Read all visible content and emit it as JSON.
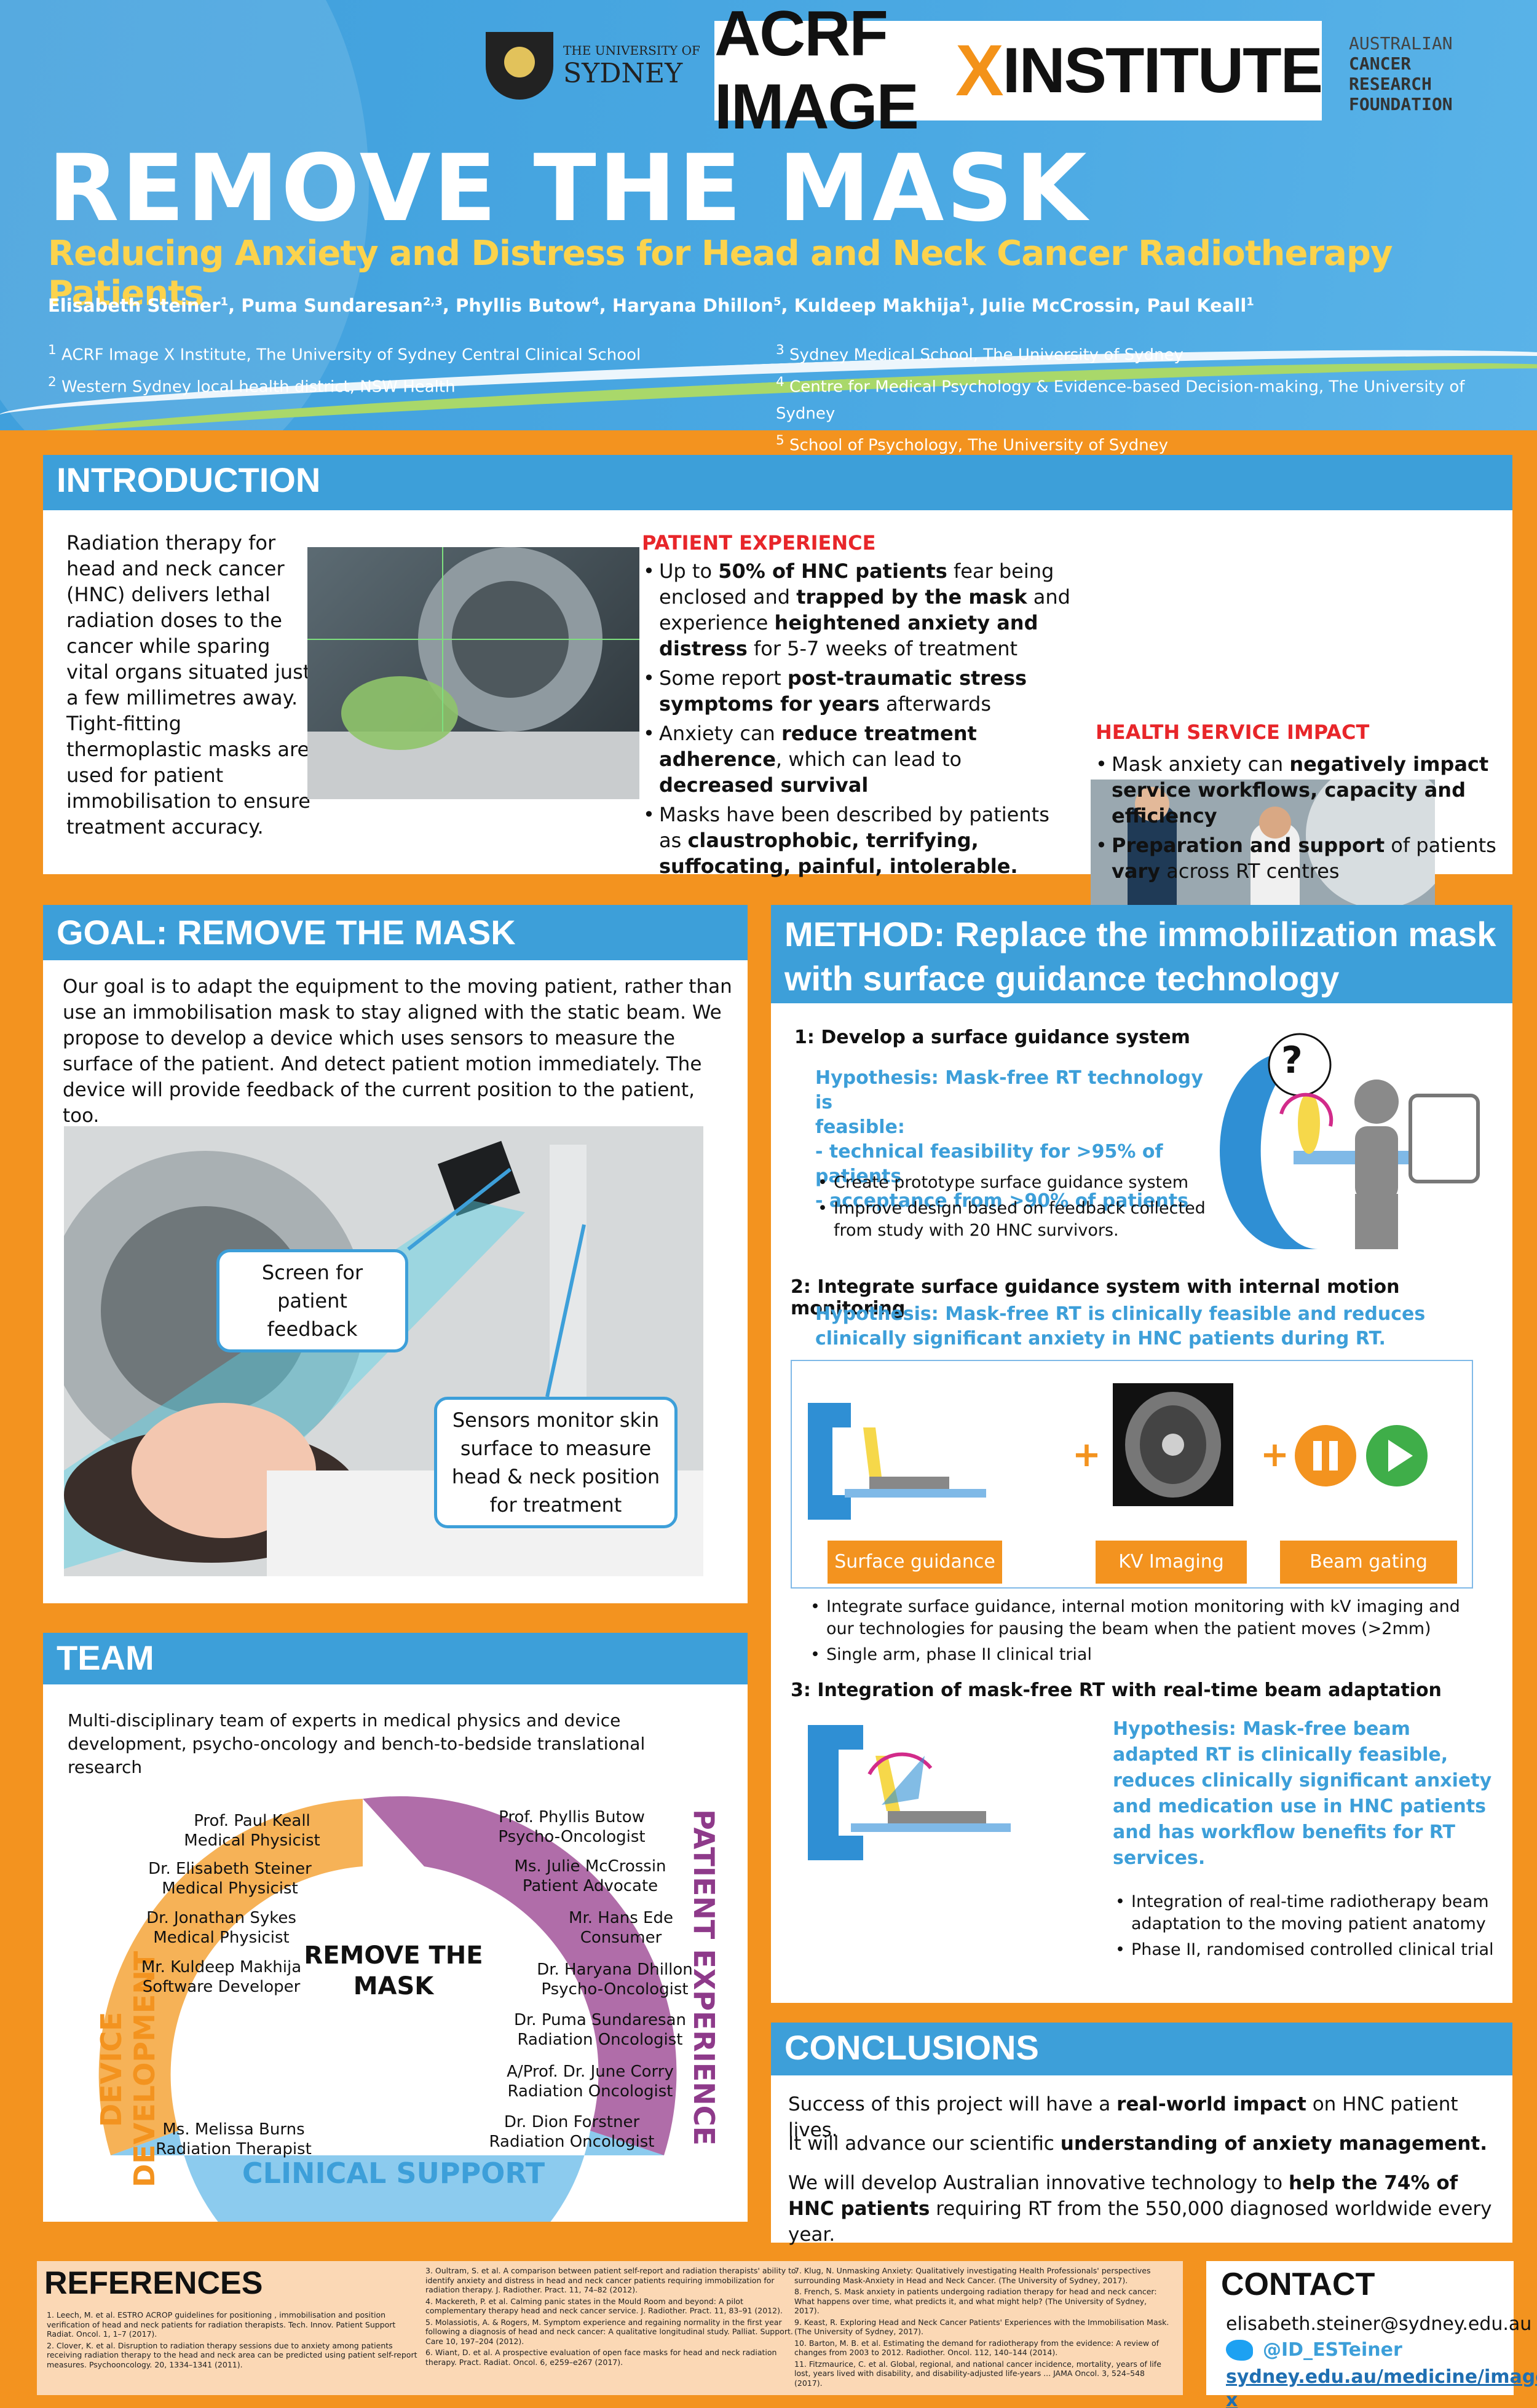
{
  "header": {
    "title": "REMOVE THE MASK",
    "subtitle": "Reducing Anxiety and Distress for Head and Neck Cancer Radiotherapy Patients",
    "authors": [
      {
        "name": "Elisabeth Steiner",
        "sup": "1"
      },
      {
        "name": "Puma Sundaresan",
        "sup": "2,3"
      },
      {
        "name": "Phyllis Butow",
        "sup": "4"
      },
      {
        "name": "Haryana Dhillon",
        "sup": "5"
      },
      {
        "name": "Kuldeep Makhija",
        "sup": "1"
      },
      {
        "name": "Julie McCrossin",
        "sup": ""
      },
      {
        "name": "Paul Keall",
        "sup": "1"
      }
    ],
    "affiliations_left": [
      {
        "sup": "1",
        "text": "ACRF Image X Institute, The University of Sydney Central Clinical School"
      },
      {
        "sup": "2",
        "text": "Western Sydney local health district, NSW Health"
      }
    ],
    "affiliations_right": [
      {
        "sup": "3",
        "text": "Sydney Medical School, The University of Sydney"
      },
      {
        "sup": "4",
        "text": "Centre for Medical Psychology & Evidence-based Decision-making, The University of Sydney"
      },
      {
        "sup": "5",
        "text": "School of Psychology, The University of Sydney"
      }
    ],
    "usyd_line1": "THE UNIVERSITY OF",
    "usyd_line2": "SYDNEY",
    "logo_left": "ACRF IMAGE",
    "logo_x": "X",
    "logo_right": "INSTITUTE",
    "acrf_lines": [
      "AUSTRALIAN",
      "CANCER",
      "RESEARCH",
      "FOUNDATION"
    ]
  },
  "intro": {
    "heading": "INTRODUCTION",
    "text": "Radiation therapy for head and neck cancer (HNC) delivers lethal radiation doses to the cancer while sparing vital organs situated just a few millimetres away. Tight-fitting thermoplastic masks are used for patient immobilisation to ensure treatment accuracy.",
    "patient_heading": "PATIENT EXPERIENCE",
    "patient_bullets": [
      [
        [
          "Up to ",
          false
        ],
        [
          "50% of HNC patients",
          true
        ],
        [
          " fear being enclosed and ",
          false
        ],
        [
          "trapped by the mask",
          true
        ],
        [
          " and experience ",
          false
        ],
        [
          "heightened anxiety and distress",
          true
        ],
        [
          " for 5-7 weeks of treatment",
          false
        ]
      ],
      [
        [
          "Some report ",
          false
        ],
        [
          "post-traumatic stress symptoms for years",
          true
        ],
        [
          " afterwards",
          false
        ]
      ],
      [
        [
          "Anxiety can ",
          false
        ],
        [
          "reduce treatment adherence",
          true
        ],
        [
          ", which can lead to ",
          false
        ],
        [
          "decreased survival",
          true
        ]
      ],
      [
        [
          "Masks have been described by patients as ",
          false
        ],
        [
          "claustrophobic, terrifying, suffocating, painful, intolerable.",
          true
        ]
      ]
    ],
    "health_heading": "HEALTH SERVICE IMPACT",
    "health_bullets": [
      [
        [
          "Mask anxiety can ",
          false
        ],
        [
          "negatively impact service workflows, capacity and efficiency",
          true
        ]
      ],
      [
        [
          "Preparation and support",
          true
        ],
        [
          " of patients ",
          false
        ],
        [
          "vary",
          true
        ],
        [
          " across RT centres",
          false
        ]
      ]
    ]
  },
  "goal": {
    "heading": "GOAL: REMOVE THE MASK",
    "text": "Our goal is to adapt the equipment to the moving patient, rather than use an immobilisation mask to stay aligned with the static beam. We propose to develop a device which uses sensors to measure the surface of the patient. And detect patient motion immediately. The device will provide feedback of the current position to the patient, too.",
    "callout1": "Screen for patient feedback",
    "callout2": "Sensors monitor skin surface to measure head & neck position for treatment"
  },
  "team": {
    "heading": "TEAM",
    "text": "Multi-disciplinary team of experts in medical physics and device development, psycho-oncology and bench-to-bedside translational research",
    "center": "REMOVE THE MASK",
    "label_left": "DEVICE DEVELOPMENT",
    "label_right": "PATIENT EXPERIENCE",
    "label_bottom": "CLINICAL SUPPORT",
    "left_members": [
      [
        "Prof. Paul Keall",
        "Medical Physicist"
      ],
      [
        "Dr. Elisabeth Steiner",
        "Medical Physicist"
      ],
      [
        "Dr. Jonathan Sykes",
        "Medical Physicist"
      ],
      [
        "Mr. Kuldeep Makhija",
        "Software Developer"
      ]
    ],
    "right_members": [
      [
        "Prof. Phyllis Butow",
        "Psycho-Oncologist"
      ],
      [
        "Ms. Julie McCrossin",
        "Patient Advocate"
      ],
      [
        "Mr. Hans Ede",
        "Consumer"
      ],
      [
        "Dr. Haryana Dhillon",
        "Psycho-Oncologist"
      ],
      [
        "Dr. Puma Sundaresan",
        "Radiation Oncologist"
      ],
      [
        "A/Prof. Dr. June Corry",
        "Radiation Oncologist"
      ],
      [
        "Dr. Dion Forstner",
        "Radiation Oncologist"
      ]
    ],
    "bottom_member": [
      "Ms. Melissa Burns",
      "Radiation Therapist"
    ]
  },
  "method": {
    "heading_l1": "METHOD: Replace the immobilization mask",
    "heading_l2": "with surface guidance technology",
    "s1_title": "1: Develop a surface guidance system",
    "s1_hyp": [
      "Hypothesis: Mask-free RT technology is",
      "feasible:",
      "- technical feasibility for >95% of patients",
      "- acceptance from >90% of patients"
    ],
    "s1_bullets": [
      "Create prototype surface guidance system",
      "Improve design based on feedback collected from study with 20 HNC survivors."
    ],
    "s2_title": "2: Integrate surface guidance system with internal motion monitoring",
    "s2_hyp": "Hypothesis: Mask-free RT is clinically feasible and reduces clinically significant anxiety in HNC patients during RT.",
    "btn1": "Surface guidance",
    "btn2": "KV Imaging",
    "btn3": "Beam gating",
    "plus": "+",
    "question": "?",
    "s2_bullets": [
      "Integrate surface guidance, internal motion monitoring with kV imaging and our technologies for pausing the beam when the patient moves (>2mm)",
      "Single arm, phase II clinical trial"
    ],
    "s3_title": "3: Integration of mask-free RT with real-time beam adaptation",
    "s3_hyp": "Hypothesis: Mask-free beam adapted RT is clinically feasible, reduces clinically significant anxiety and medication use in HNC patients and has workflow benefits for RT services.",
    "s3_bullets": [
      "Integration of real-time radiotherapy beam adaptation to the moving patient anatomy",
      "Phase II, randomised controlled clinical trial"
    ]
  },
  "conclusions": {
    "heading": "CONCLUSIONS",
    "p1": [
      [
        "Success of this project will have a ",
        false
      ],
      [
        "real-world impact",
        true
      ],
      [
        " on HNC patient lives.",
        false
      ]
    ],
    "p2": [
      [
        "It will advance our scientific ",
        false
      ],
      [
        "understanding of anxiety management.",
        true
      ]
    ],
    "p3": [
      [
        "We will develop Australian innovative technology to ",
        false
      ],
      [
        "help the 74% of HNC patients",
        true
      ],
      [
        " requiring RT from the 550,000 diagnosed worldwide every year.",
        false
      ]
    ]
  },
  "references": {
    "heading": "REFERENCES",
    "col1": [
      "1.    Leech, M. et al. ESTRO ACROP guidelines for positioning , immobilisation and position verification of head and neck patients for radiation therapists. Tech. Innov. Patient Support Radiat. Oncol. 1, 1–7 (2017).",
      "2.    Clover, K. et al. Disruption to radiation therapy sessions due to anxiety among patients receiving radiation therapy to the head and neck area can be predicted using patient self-report measures. Psychooncology. 20, 1334–1341 (2011)."
    ],
    "col2": [
      "3.    Oultram, S. et al. A comparison between patient self-report and radiation therapists' ability to identify anxiety and distress in head and neck cancer patients requiring immobilization for radiation therapy. J. Radiother. Pract. 11, 74–82 (2012).",
      "4.    Mackereth, P. et al. Calming panic states in the Mould Room and beyond: A pilot complementary therapy head and neck cancer service. J. Radiother. Pract. 11, 83–91 (2012).",
      "5.    Molassiotis, A. & Rogers, M. Symptom experience and regaining normality in the first year following a diagnosis of head and neck cancer: A qualitative longitudinal study. Palliat. Support. Care 10, 197–204 (2012).",
      "6.    Wiant, D. et al. A prospective evaluation of open face masks for head and neck radiation therapy. Pract. Radiat. Oncol. 6, e259–e267 (2017)."
    ],
    "col3": [
      "7.    Klug, N. Unmasking Anxiety: Qualitatively investigating Health Professionals' perspectives surrounding Mask-Anxiety in Head and Neck Cancer. (The University of Sydney, 2017).",
      "8.    French, S. Mask anxiety in patients undergoing radiation therapy for head and neck cancer: What happens over time, what predicts it, and what might help? (The University of Sydney, 2017).",
      "9.    Keast, R. Exploring Head and Neck Cancer Patients' Experiences with the Immobilisation Mask. (The University of Sydney, 2017).",
      "10.  Barton, M. B. et al. Estimating the demand for radiotherapy from the evidence: A review of changes from 2003 to 2012. Radiother. Oncol. 112, 140–144 (2014).",
      "11.  Fitzmaurice, C. et al. Global, regional, and national cancer incidence, mortality, years of life lost, years lived with disability, and disability-adjusted life-years ... JAMA Oncol. 3, 524–548 (2017)."
    ]
  },
  "contact": {
    "heading": "CONTACT",
    "email": "elisabeth.steiner@sydney.edu.au",
    "twitter": "@ID_ESTeiner",
    "url": "sydney.edu.au/medicine/image-x"
  },
  "colors": {
    "blue": "#3d9fd9",
    "orange": "#f3931f",
    "red": "#e8262a",
    "purple": "#8e3a8a",
    "green": "#3fae49"
  }
}
